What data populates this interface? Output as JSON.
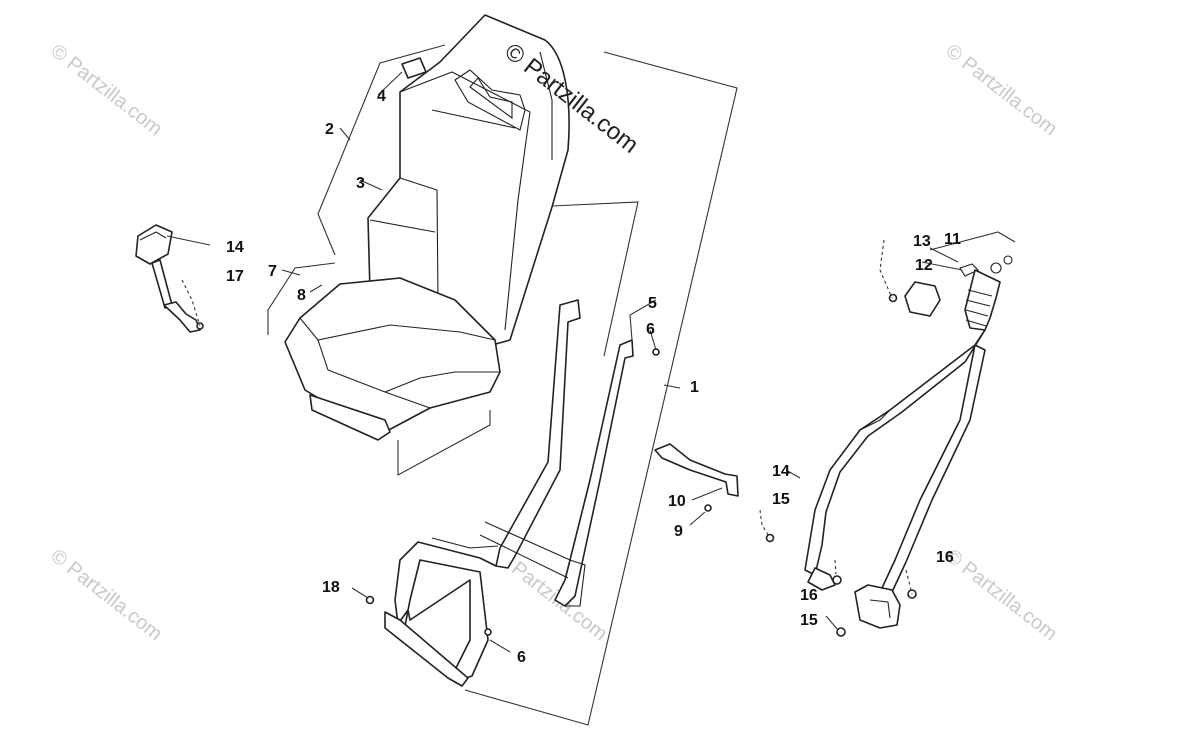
{
  "watermark": {
    "main": "© Partzilla.com",
    "faint": "© Partzilla.com"
  },
  "callouts": {
    "c1": "1",
    "c2": "2",
    "c3": "3",
    "c4": "4",
    "c5": "5",
    "c6a": "6",
    "c6b": "6",
    "c7": "7",
    "c8": "8",
    "c9": "9",
    "c10": "10",
    "c11": "11",
    "c12": "12",
    "c13": "13",
    "c14a": "14",
    "c14b": "14",
    "c15a": "15",
    "c15b": "15",
    "c16a": "16",
    "c16b": "16",
    "c17": "17",
    "c18": "18"
  }
}
